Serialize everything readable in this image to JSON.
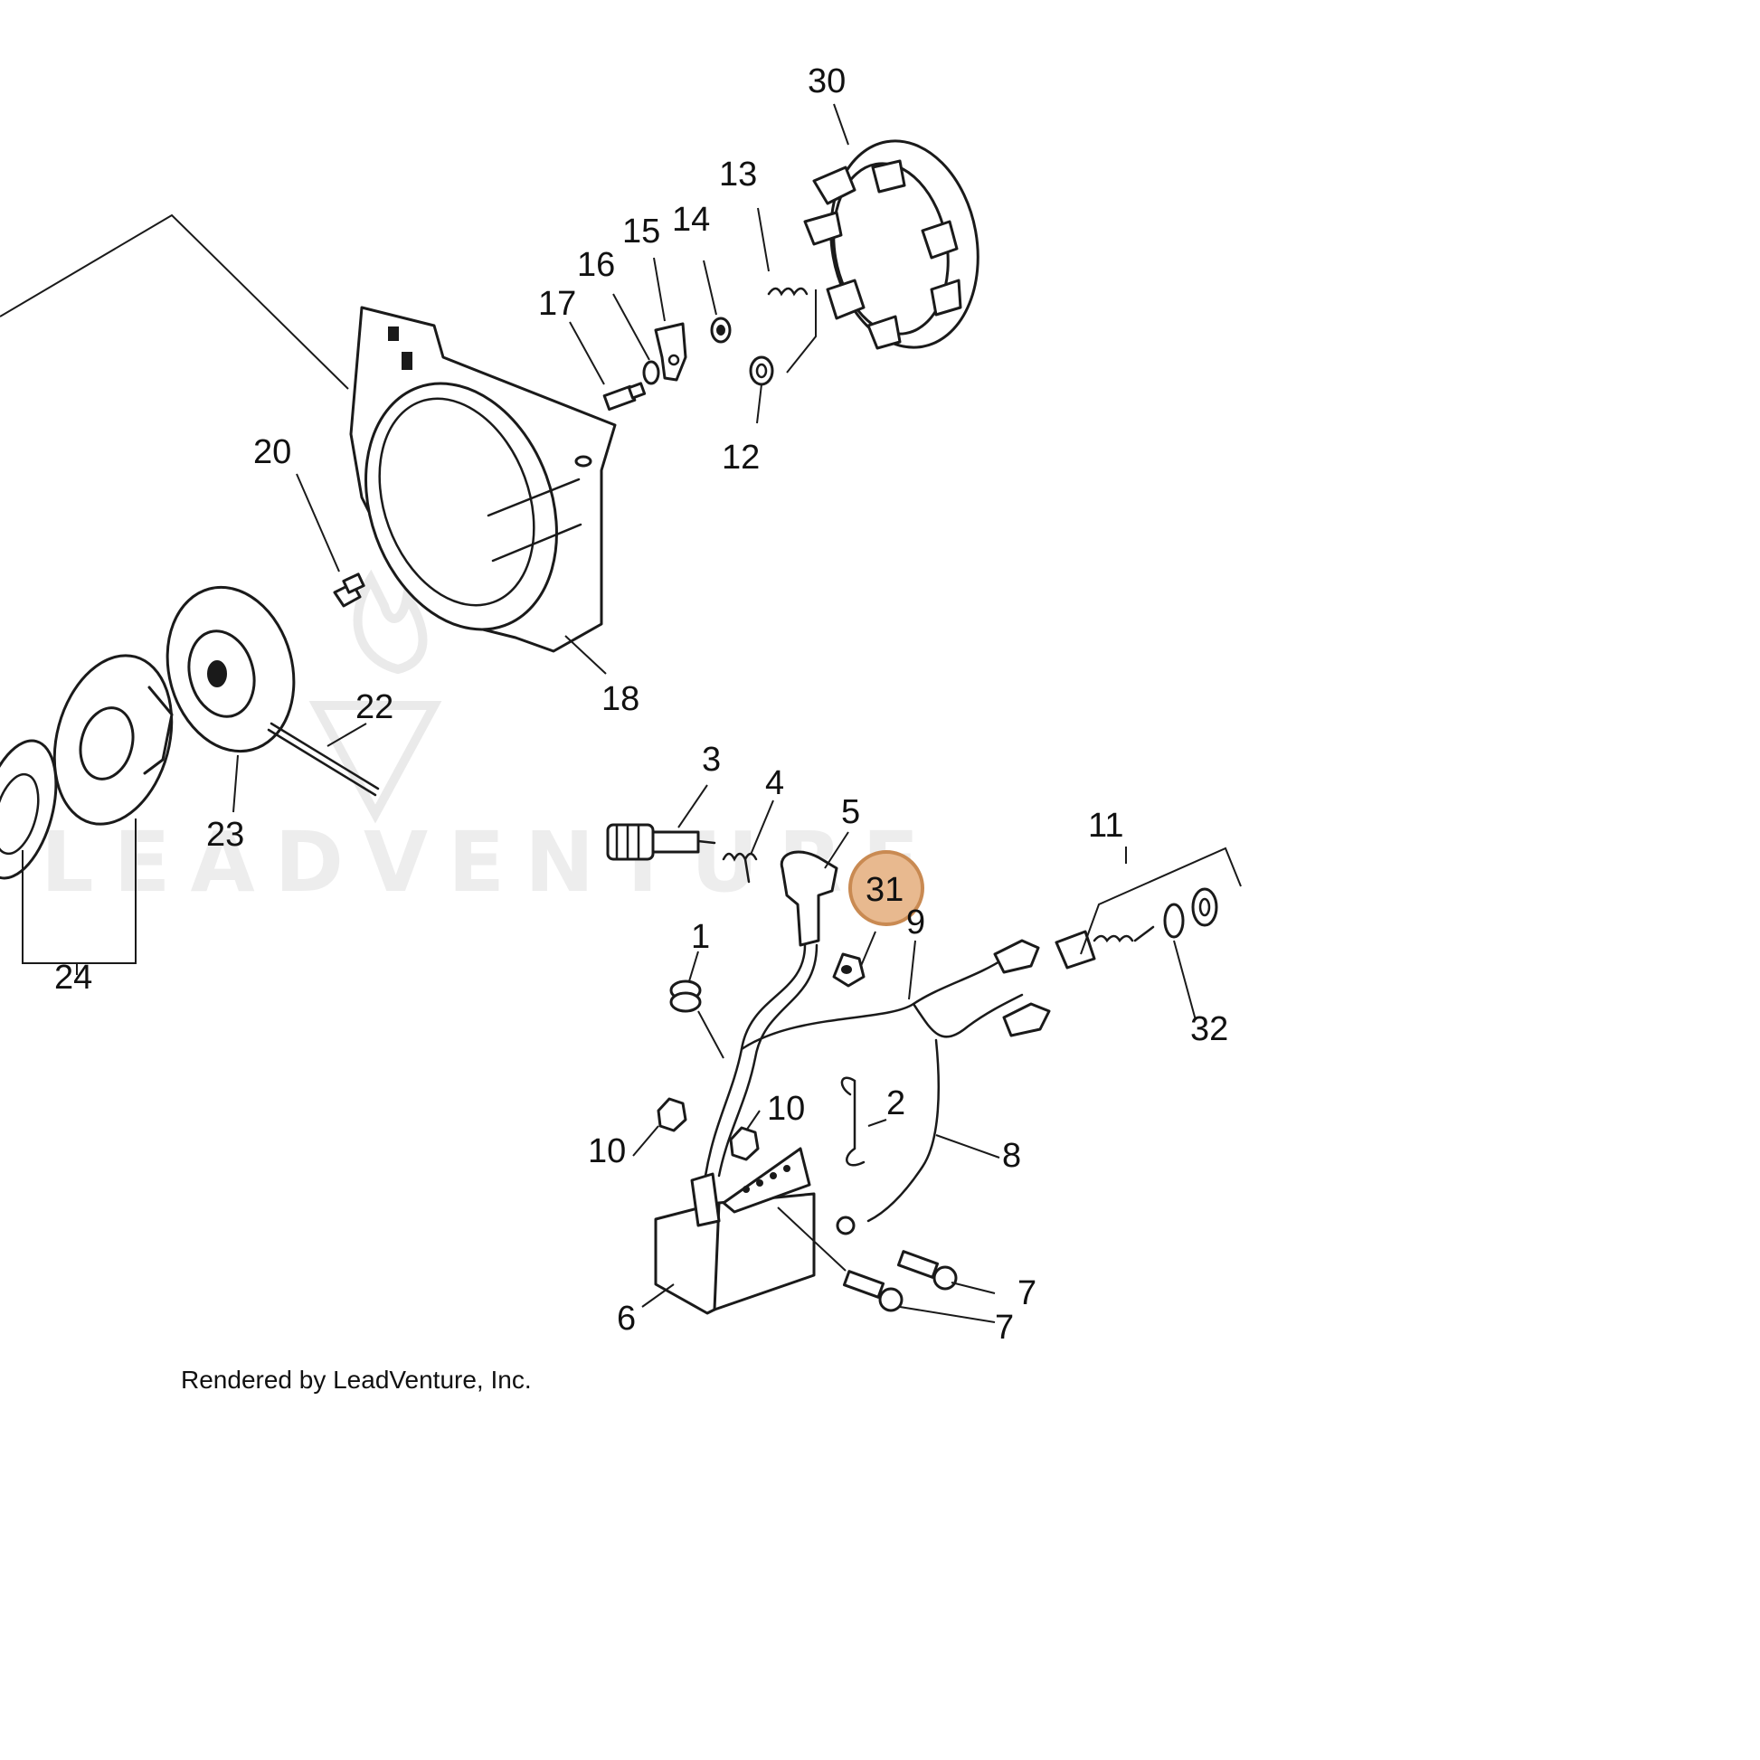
{
  "diagram": {
    "callouts": [
      {
        "id": "1",
        "label": "1"
      },
      {
        "id": "2",
        "label": "2"
      },
      {
        "id": "3",
        "label": "3"
      },
      {
        "id": "4",
        "label": "4"
      },
      {
        "id": "5",
        "label": "5"
      },
      {
        "id": "6",
        "label": "6"
      },
      {
        "id": "7a",
        "label": "7"
      },
      {
        "id": "7b",
        "label": "7"
      },
      {
        "id": "8",
        "label": "8"
      },
      {
        "id": "9",
        "label": "9"
      },
      {
        "id": "10a",
        "label": "10"
      },
      {
        "id": "10b",
        "label": "10"
      },
      {
        "id": "11",
        "label": "11"
      },
      {
        "id": "12",
        "label": "12"
      },
      {
        "id": "13",
        "label": "13"
      },
      {
        "id": "14",
        "label": "14"
      },
      {
        "id": "15",
        "label": "15"
      },
      {
        "id": "16",
        "label": "16"
      },
      {
        "id": "17",
        "label": "17"
      },
      {
        "id": "18",
        "label": "18"
      },
      {
        "id": "20",
        "label": "20"
      },
      {
        "id": "22",
        "label": "22"
      },
      {
        "id": "23",
        "label": "23"
      },
      {
        "id": "24",
        "label": "24"
      },
      {
        "id": "30",
        "label": "30"
      },
      {
        "id": "31",
        "label": "31"
      },
      {
        "id": "32",
        "label": "32"
      }
    ],
    "highlighted_callout": "31",
    "highlight_fill": "#e8b98f",
    "highlight_stroke": "#c98a52",
    "watermark_text": "LEADVENTURE",
    "credit_text": "Rendered by LeadVenture, Inc."
  }
}
